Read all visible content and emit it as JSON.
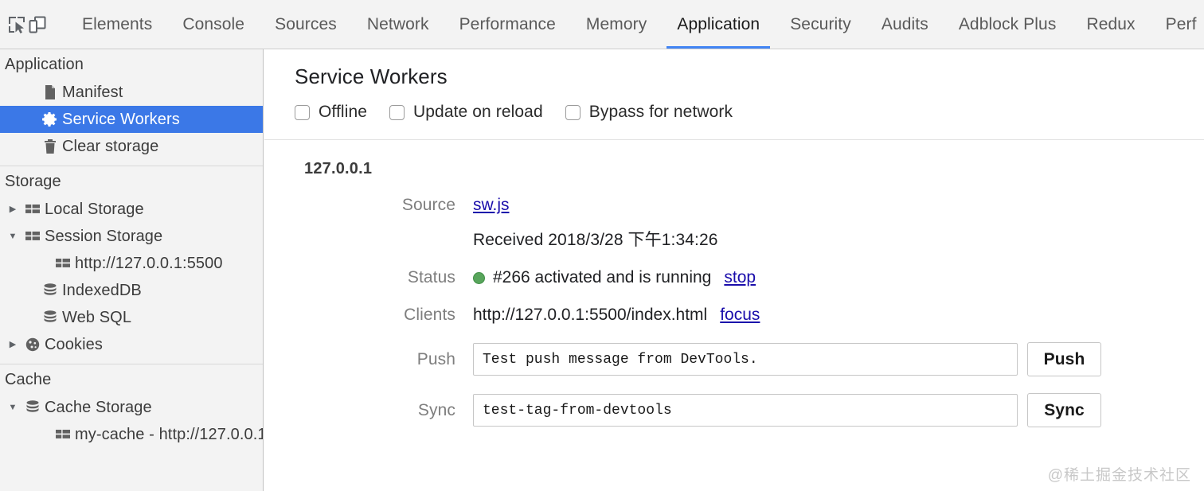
{
  "toolbar": {
    "inspect_icon": "inspect-element-icon",
    "device_icon": "device-toolbar-icon",
    "tabs": [
      {
        "label": "Elements",
        "active": false
      },
      {
        "label": "Console",
        "active": false
      },
      {
        "label": "Sources",
        "active": false
      },
      {
        "label": "Network",
        "active": false
      },
      {
        "label": "Performance",
        "active": false
      },
      {
        "label": "Memory",
        "active": false
      },
      {
        "label": "Application",
        "active": true
      },
      {
        "label": "Security",
        "active": false
      },
      {
        "label": "Audits",
        "active": false
      },
      {
        "label": "Adblock Plus",
        "active": false
      },
      {
        "label": "Redux",
        "active": false
      },
      {
        "label": "Perf",
        "active": false
      }
    ],
    "active_tab_accent": "#4285f4"
  },
  "sidebar": {
    "selected_bg": "#3b78e7",
    "sections": [
      {
        "title": "Application",
        "items": [
          {
            "label": "Manifest",
            "icon": "document-icon",
            "indent": 1,
            "arrow": "",
            "selected": false
          },
          {
            "label": "Service Workers",
            "icon": "gear-icon",
            "indent": 1,
            "arrow": "",
            "selected": true
          },
          {
            "label": "Clear storage",
            "icon": "trash-icon",
            "indent": 1,
            "arrow": "",
            "selected": false
          }
        ]
      },
      {
        "title": "Storage",
        "items": [
          {
            "label": "Local Storage",
            "icon": "table-icon",
            "indent": 0,
            "arrow": "collapsed",
            "selected": false
          },
          {
            "label": "Session Storage",
            "icon": "table-icon",
            "indent": 0,
            "arrow": "expanded",
            "selected": false
          },
          {
            "label": "http://127.0.0.1:5500",
            "icon": "table-icon",
            "indent": 2,
            "arrow": "",
            "selected": false
          },
          {
            "label": "IndexedDB",
            "icon": "database-icon",
            "indent": 1,
            "arrow": "",
            "selected": false
          },
          {
            "label": "Web SQL",
            "icon": "database-icon",
            "indent": 1,
            "arrow": "",
            "selected": false
          },
          {
            "label": "Cookies",
            "icon": "cookie-icon",
            "indent": 0,
            "arrow": "collapsed",
            "selected": false
          }
        ]
      },
      {
        "title": "Cache",
        "items": [
          {
            "label": "Cache Storage",
            "icon": "database-icon",
            "indent": 0,
            "arrow": "expanded",
            "selected": false
          },
          {
            "label": "my-cache - http://127.0.0.1",
            "icon": "table-icon",
            "indent": 2,
            "arrow": "",
            "selected": false
          }
        ]
      }
    ]
  },
  "main": {
    "title": "Service Workers",
    "checkboxes": [
      {
        "label": "Offline",
        "checked": false
      },
      {
        "label": "Update on reload",
        "checked": false
      },
      {
        "label": "Bypass for network",
        "checked": false
      }
    ],
    "origin": "127.0.0.1",
    "source": {
      "label": "Source",
      "link_text": "sw.js",
      "received_text": "Received 2018/3/28 下午1:34:26"
    },
    "status": {
      "label": "Status",
      "text": "#266 activated and is running",
      "action": "stop",
      "dot_color": "#58a55c"
    },
    "clients": {
      "label": "Clients",
      "url": "http://127.0.0.1:5500/index.html",
      "action": "focus"
    },
    "push": {
      "label": "Push",
      "value": "Test push message from DevTools.",
      "placeholder": "Test push message from DevTools.",
      "button": "Push"
    },
    "sync": {
      "label": "Sync",
      "value": "test-tag-from-devtools",
      "placeholder": "test-tag-from-devtools",
      "button": "Sync"
    }
  },
  "watermark": "@稀土掘金技术社区"
}
